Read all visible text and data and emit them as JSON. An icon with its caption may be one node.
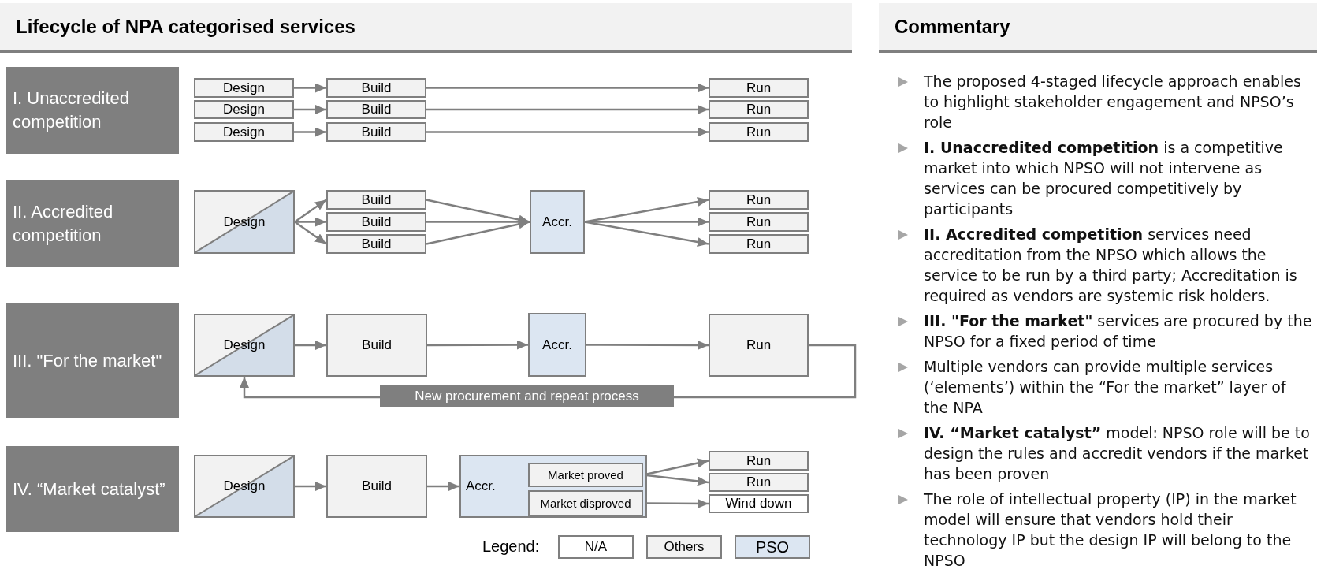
{
  "diagram": {
    "title": "Lifecycle of NPA categorised services",
    "nodes": [
      {
        "text": [
          "I. Unaccredited competition"
        ]
      },
      {
        "text": [
          "Design"
        ]
      },
      {
        "text": [
          "Build"
        ]
      },
      {
        "text": [
          "Run"
        ]
      },
      {
        "text": [
          "Design"
        ]
      },
      {
        "text": [
          "Build"
        ]
      },
      {
        "text": [
          "Run"
        ]
      },
      {
        "text": [
          "Design"
        ]
      },
      {
        "text": [
          "Build"
        ]
      },
      {
        "text": [
          "Run"
        ]
      },
      {
        "text": [
          "II. Accredited competition"
        ]
      },
      {
        "text": [
          "Design"
        ]
      },
      {
        "text": [
          "Build"
        ]
      },
      {
        "text": [
          "Build"
        ]
      },
      {
        "text": [
          "Build"
        ]
      },
      {
        "text": [
          "Accr."
        ]
      },
      {
        "text": [
          "Run"
        ]
      },
      {
        "text": [
          "Run"
        ]
      },
      {
        "text": [
          "Run"
        ]
      },
      {
        "text": [
          "III. \"For the market\""
        ]
      },
      {
        "text": [
          "Design"
        ]
      },
      {
        "text": [
          "Build"
        ]
      },
      {
        "text": [
          "Accr."
        ]
      },
      {
        "text": [
          "Run"
        ]
      },
      {
        "text": [
          "IV. “Market catalyst”"
        ]
      },
      {
        "text": [
          "Design"
        ]
      },
      {
        "text": [
          "Build"
        ]
      },
      {
        "text": [
          "Accr."
        ]
      },
      {
        "text": [
          "Market proved"
        ],
        "in": 27
      },
      {
        "text": [
          "Market disproved"
        ],
        "in": 27
      },
      {
        "text": [
          "Run"
        ]
      },
      {
        "text": [
          "Run"
        ]
      },
      {
        "text": [
          "Wind down"
        ]
      }
    ],
    "edges": [
      {
        "from": 1,
        "to": 2,
        "arrow": "to"
      },
      {
        "from": 2,
        "to": 3,
        "arrow": "to"
      },
      {
        "from": 4,
        "to": 5,
        "arrow": "to"
      },
      {
        "from": 5,
        "to": 6,
        "arrow": "to"
      },
      {
        "from": 7,
        "to": 8,
        "arrow": "to"
      },
      {
        "from": 8,
        "to": 9,
        "arrow": "to"
      },
      {
        "from": 11,
        "to": 12,
        "arrow": "to"
      },
      {
        "from": 11,
        "to": 13,
        "arrow": "to"
      },
      {
        "from": 11,
        "to": 14,
        "arrow": "to"
      },
      {
        "from": 12,
        "to": 15,
        "arrow": "to"
      },
      {
        "from": 13,
        "to": 15,
        "arrow": "to"
      },
      {
        "from": 14,
        "to": 15,
        "arrow": "to"
      },
      {
        "from": 15,
        "to": 16,
        "arrow": "to"
      },
      {
        "from": 15,
        "to": 17,
        "arrow": "to"
      },
      {
        "from": 15,
        "to": 18,
        "arrow": "to"
      },
      {
        "from": 20,
        "to": 21,
        "arrow": "to"
      },
      {
        "from": 21,
        "to": 22,
        "arrow": "to"
      },
      {
        "from": 22,
        "to": 23,
        "arrow": "to"
      },
      {
        "from": 23,
        "to": 20,
        "arrow": "to",
        "label": "New procurement and repeat process"
      },
      {
        "from": 25,
        "to": 26,
        "arrow": "to"
      },
      {
        "from": 26,
        "to": 27,
        "arrow": "to"
      },
      {
        "from": 28,
        "to": 30,
        "arrow": "to"
      },
      {
        "from": 28,
        "to": 31,
        "arrow": "to"
      },
      {
        "from": 29,
        "to": 32,
        "arrow": "to"
      }
    ],
    "labels": [
      "Legend:",
      "Commentary",
      "The proposed 4-staged lifecycle approach enables to highlight stakeholder engagement and NPSO’s role",
      "**I. Unaccredited competition** is a competitive market into which NPSO will not intervene as services can be procured competitively by participants",
      "**II. Accredited competition** services need accreditation from the NPSO which allows the service to be run by a third party; Accreditation is required as vendors are systemic risk holders.",
      "**III. \"For the market\"** services are procured by the NPSO for a fixed period of time",
      "Multiple vendors can provide multiple services (‘elements’) within the “For the market” layer of the NPA",
      "**IV. “Market catalyst”** model: NPSO role will be to design the rules and accredit vendors if the market has been proven",
      "The role of intellectual property (IP) in the market model will ensure that vendors hold their technology IP but the design IP will belong to the NPSO"
    ],
    "legend": [
      {
        "text": "N/A",
        "color": "#ffffff"
      },
      {
        "text": "Others",
        "color": "#f2f2f2"
      },
      {
        "text": "PSO",
        "color": "#dce6f2"
      }
    ]
  }
}
